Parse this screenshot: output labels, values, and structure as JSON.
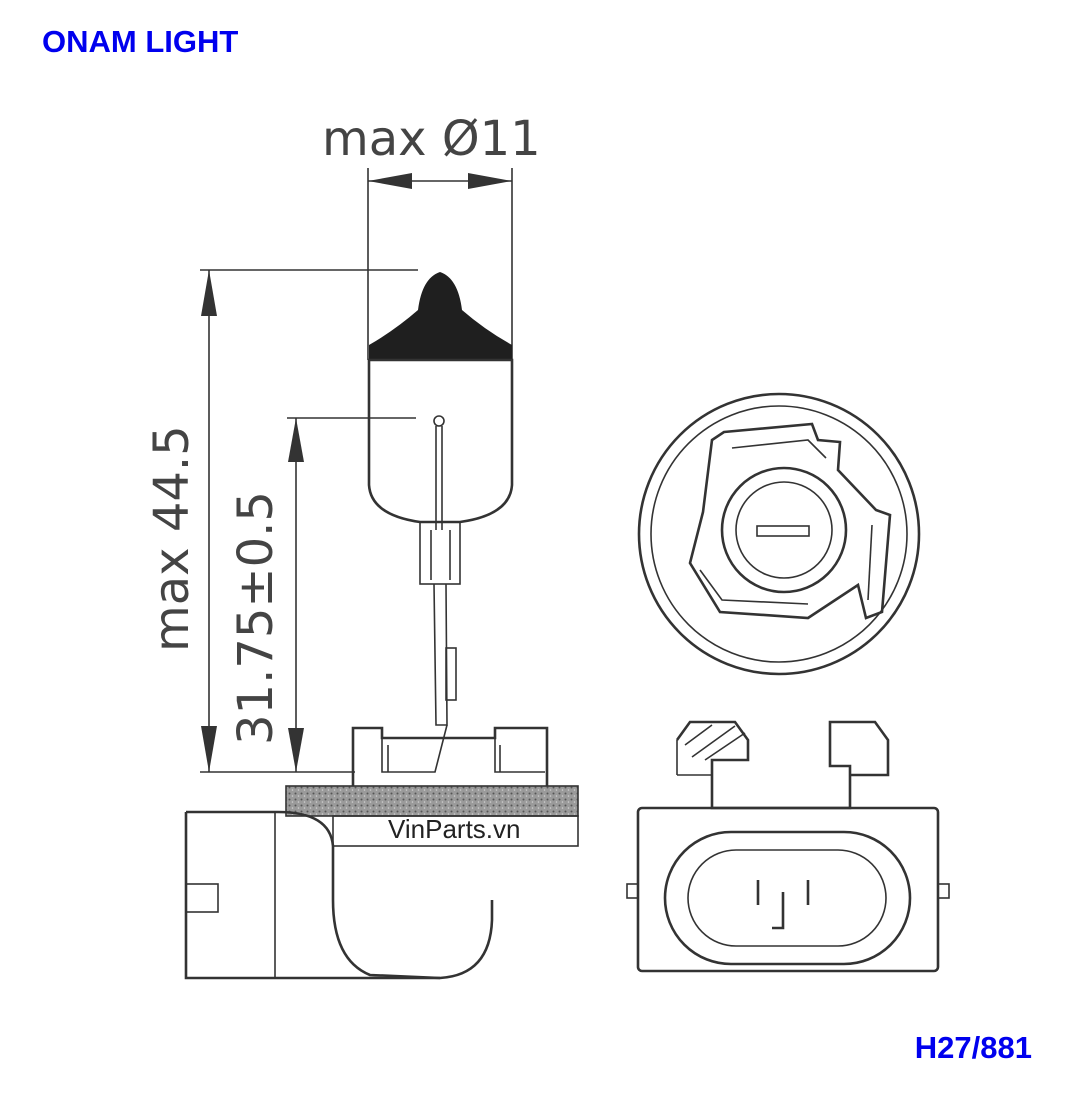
{
  "header": {
    "brand": "ONAM LIGHT"
  },
  "footer": {
    "model": "H27/881"
  },
  "watermark": {
    "text": "VinParts.vn"
  },
  "dimensions": {
    "diameter": "max Ø11",
    "overall_height": "max 44.5",
    "light_center": "31.75±0.5"
  },
  "colors": {
    "brand": "#0000ee",
    "line": "#333333"
  }
}
